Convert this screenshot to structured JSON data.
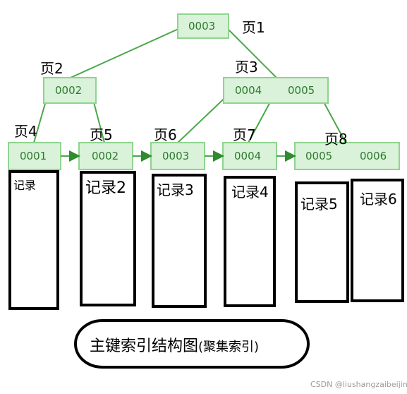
{
  "pages": {
    "p1": {
      "label": "页1",
      "keys": [
        "0003"
      ]
    },
    "p2": {
      "label": "页2",
      "keys": [
        "0002"
      ]
    },
    "p3": {
      "label": "页3",
      "keys": [
        "0004",
        "0005"
      ]
    },
    "p4": {
      "label": "页4",
      "keys": [
        "0001"
      ]
    },
    "p5": {
      "label": "页5",
      "keys": [
        "0002"
      ]
    },
    "p6": {
      "label": "页6",
      "keys": [
        "0003"
      ]
    },
    "p7": {
      "label": "页7",
      "keys": [
        "0004"
      ]
    },
    "p8": {
      "label": "页8",
      "keys": [
        "0005",
        "0006"
      ]
    }
  },
  "records": [
    "记录",
    "记录2",
    "记录3",
    "记录4",
    "记录5",
    "记录6"
  ],
  "caption": {
    "main": "主键索引结构图",
    "paren": "(聚集索引)"
  },
  "watermark": "CSDN @liushangzaibeijing"
}
